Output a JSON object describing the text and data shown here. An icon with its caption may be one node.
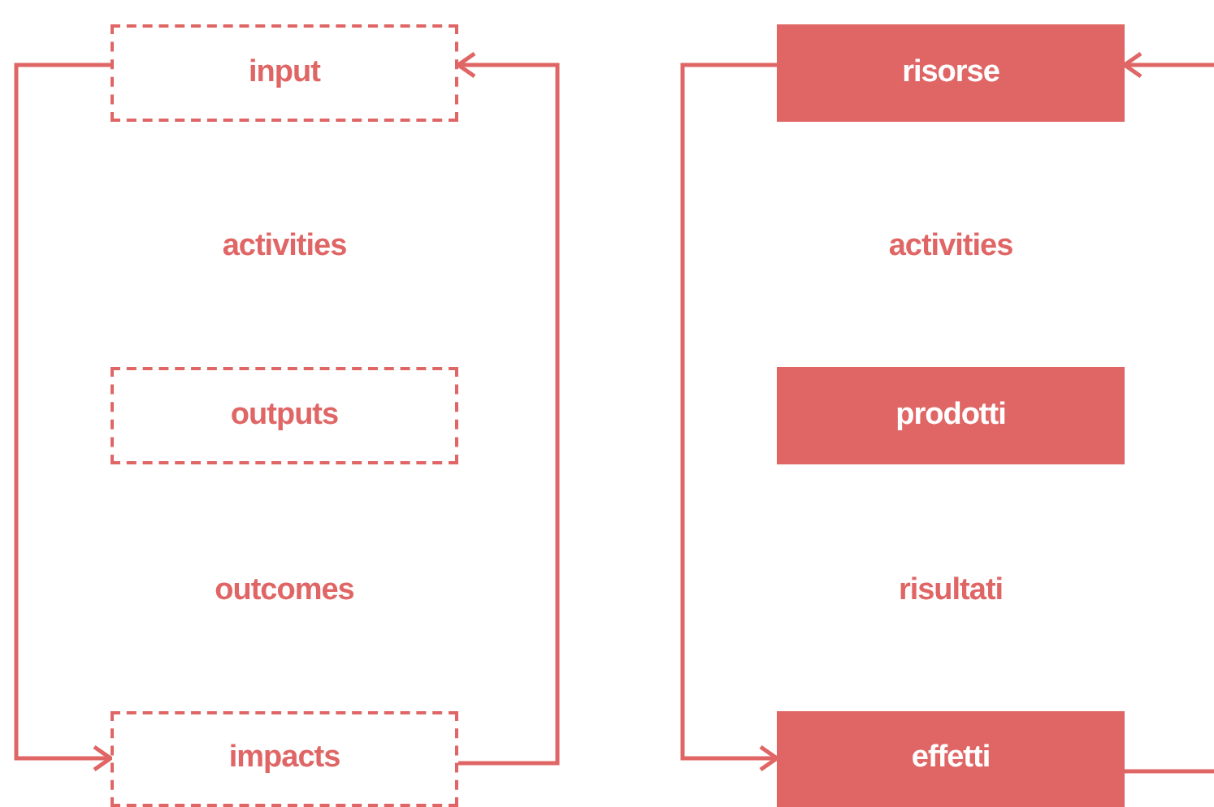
{
  "diagram": {
    "nodes": [
      {
        "text": [
          "input"
        ]
      },
      {
        "text": [
          "activities"
        ]
      },
      {
        "text": [
          "outputs"
        ]
      },
      {
        "text": [
          "outcomes"
        ]
      },
      {
        "text": [
          "impacts"
        ]
      },
      {
        "text": [
          "risorse"
        ]
      },
      {
        "text": [
          "activities"
        ]
      },
      {
        "text": [
          "prodotti"
        ]
      },
      {
        "text": [
          "risultati"
        ]
      },
      {
        "text": [
          "effetti"
        ]
      }
    ],
    "edges": [
      {
        "from": 0,
        "to": 4,
        "arrow": "to"
      },
      {
        "from": 4,
        "to": 0,
        "arrow": "to"
      },
      {
        "from": 5,
        "to": 9,
        "arrow": "to"
      },
      {
        "from": null,
        "to": 5,
        "arrow": "to"
      },
      {
        "from": 9,
        "to": null,
        "arrow": "none"
      }
    ]
  }
}
